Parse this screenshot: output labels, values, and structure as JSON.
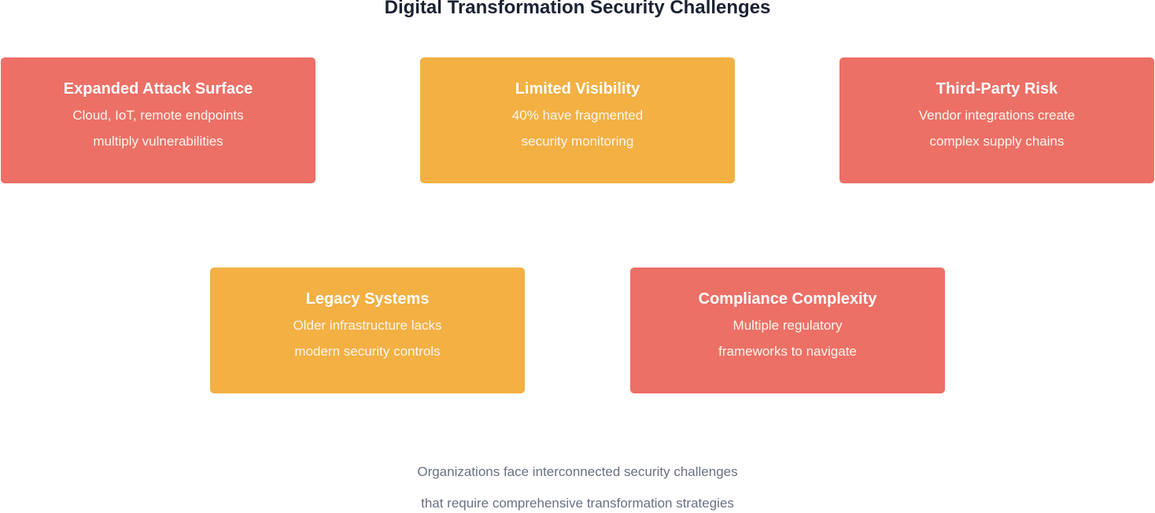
{
  "title": "Digital Transformation Security Challenges",
  "cards": [
    {
      "title": "Expanded Attack Surface",
      "line1": "Cloud, IoT, remote endpoints",
      "line2": "multiply vulnerabilities",
      "color": "#ec7066"
    },
    {
      "title": "Limited Visibility",
      "line1": "40% have fragmented",
      "line2": "security monitoring",
      "color": "#f3b043"
    },
    {
      "title": "Third-Party Risk",
      "line1": "Vendor integrations create",
      "line2": "complex supply chains",
      "color": "#ec7066"
    },
    {
      "title": "Legacy Systems",
      "line1": "Older infrastructure lacks",
      "line2": "modern security controls",
      "color": "#f3b043"
    },
    {
      "title": "Compliance Complexity",
      "line1": "Multiple regulatory",
      "line2": "frameworks to navigate",
      "color": "#ec7066"
    }
  ],
  "footer": {
    "line1": "Organizations face interconnected security challenges",
    "line2": "that require comprehensive transformation strategies"
  }
}
